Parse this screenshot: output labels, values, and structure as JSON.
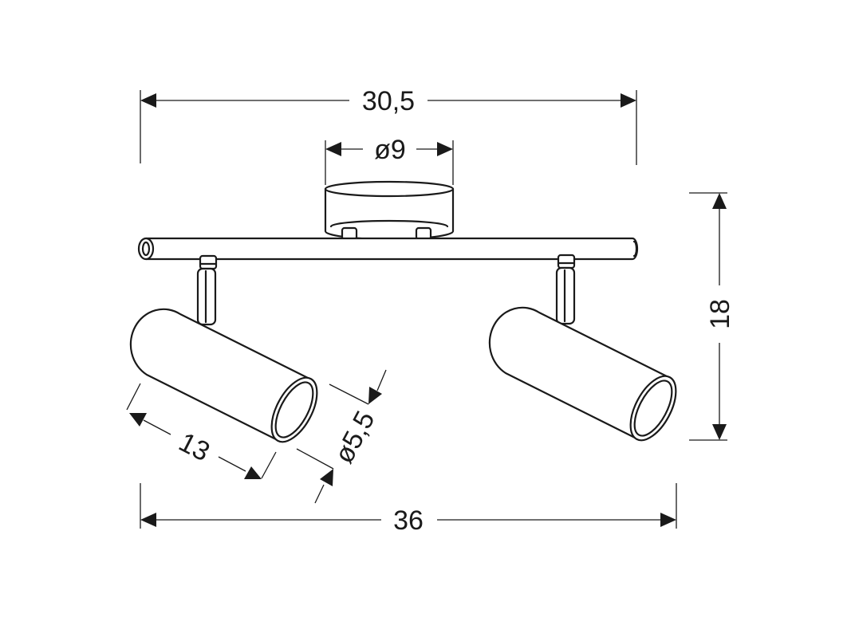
{
  "dimensions": {
    "overall_width": "36",
    "bar_length": "30,5",
    "canopy_diameter": "ø9",
    "height": "18",
    "shade_length": "13",
    "shade_diameter": "ø5,5"
  },
  "colors": {
    "line": "#1a1a1a",
    "background": "#ffffff"
  }
}
